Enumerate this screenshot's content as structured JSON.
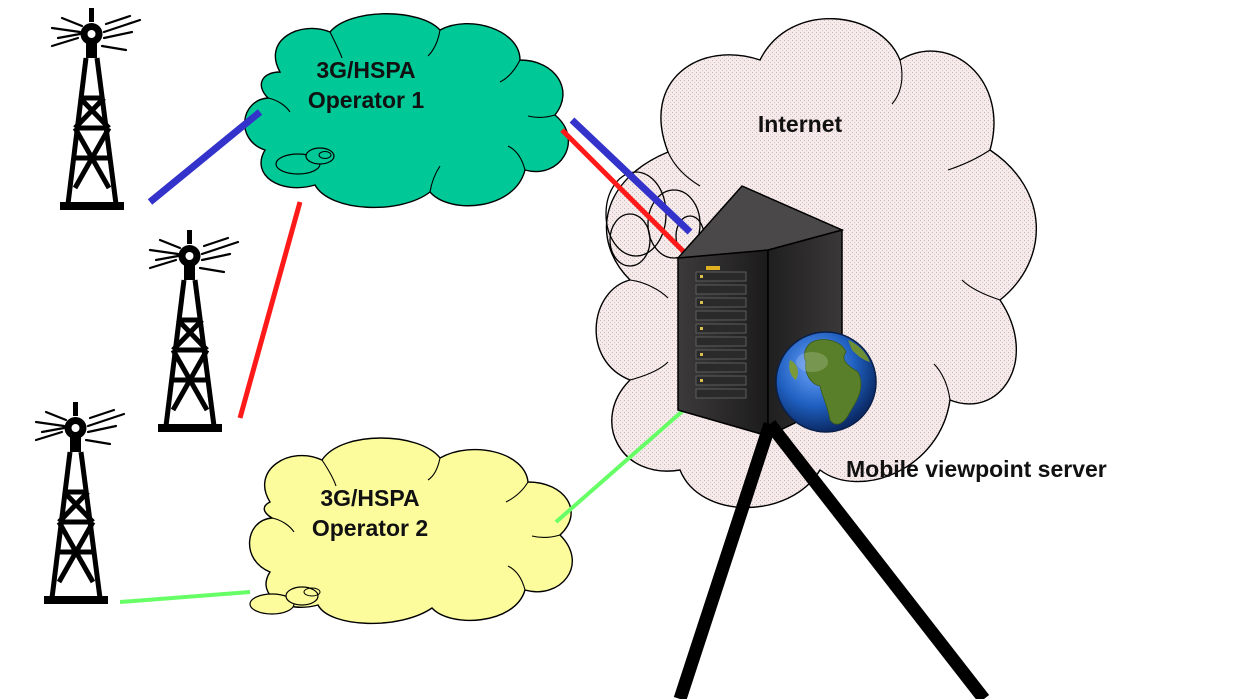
{
  "labels": {
    "operator1_line1": "3G/HSPA",
    "operator1_line2": "Operator 1",
    "operator2_line1": "3G/HSPA",
    "operator2_line2": "Operator 2",
    "internet": "Internet",
    "server": "Mobile viewpoint server"
  },
  "colors": {
    "operator1_cloud": "#00c896",
    "operator2_cloud": "#fcfc9c",
    "internet_cloud": "#f7eaea",
    "link_blue": "#3333cc",
    "link_red": "#ff1a1a",
    "link_green": "#66ff66",
    "tower": "#000000",
    "server_body": "#2a2828"
  },
  "icons": [
    "antenna-tower-icon",
    "cloud-icon",
    "server-rack-icon",
    "globe-icon"
  ]
}
